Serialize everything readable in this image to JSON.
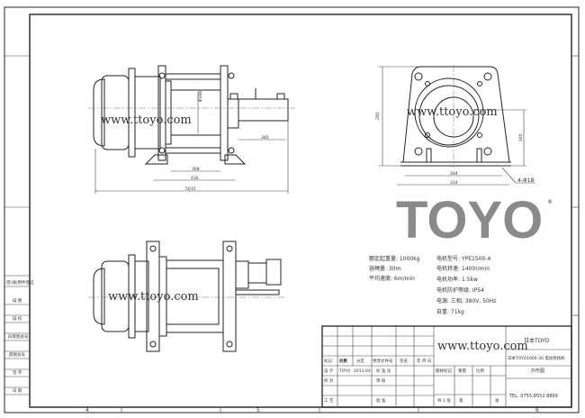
{
  "watermark": "www.ttoyo.com",
  "front_view": {
    "dims": {
      "drum_dia": "Φ168",
      "shaft": "385",
      "inner": "368",
      "feet": "436",
      "overall": "5615"
    }
  },
  "side_view": {
    "dims": {
      "height": "285",
      "center": "165",
      "bolt_span": "284",
      "base": "334",
      "holes": "4-Φ18"
    }
  },
  "specs": {
    "left": [
      "额定起重量: 1000kg",
      "容绳量: 30m",
      "平均速度: 6m/min"
    ],
    "right": [
      "电机型号: YPE1500-4",
      "电机转速: 1400r/min",
      "电机功率: 1.5kw",
      "电机防护等级: IP54",
      "电源: 三相, 380V, 50Hz",
      "自重: 71kg"
    ]
  },
  "title_block": {
    "company": "日本TOYO",
    "drawing_name_1": "日本TOYO1000-30 电动卷扬机",
    "drawing_name_2": "外形图",
    "website": "www.ttoyo.com",
    "rev_headers": [
      "标记",
      "处数",
      "分区",
      "更改文件号",
      "签名",
      "年 月 日"
    ],
    "design_label": "设 计",
    "designer": "TOYO",
    "date": "2011-04",
    "standard_label": "标 准 化",
    "check_label": "审 核",
    "draw_label": "校 对",
    "process_label": "工 艺",
    "approve_label": "批 准",
    "mark_headers": [
      "图样标记",
      "重量",
      "比例"
    ],
    "sheets": [
      "共 1 张",
      "第",
      "张"
    ],
    "phone": "TEL: 0755-8552 8889"
  },
  "side_labels": [
    "借(通)用件登记",
    "描 图",
    "描 校",
    "旧底图总号",
    "底图总号",
    "签 字",
    "日 期"
  ],
  "zone_numbers": [
    "4",
    "5",
    "6"
  ],
  "logo": "TOYO",
  "logo_mark": "®"
}
